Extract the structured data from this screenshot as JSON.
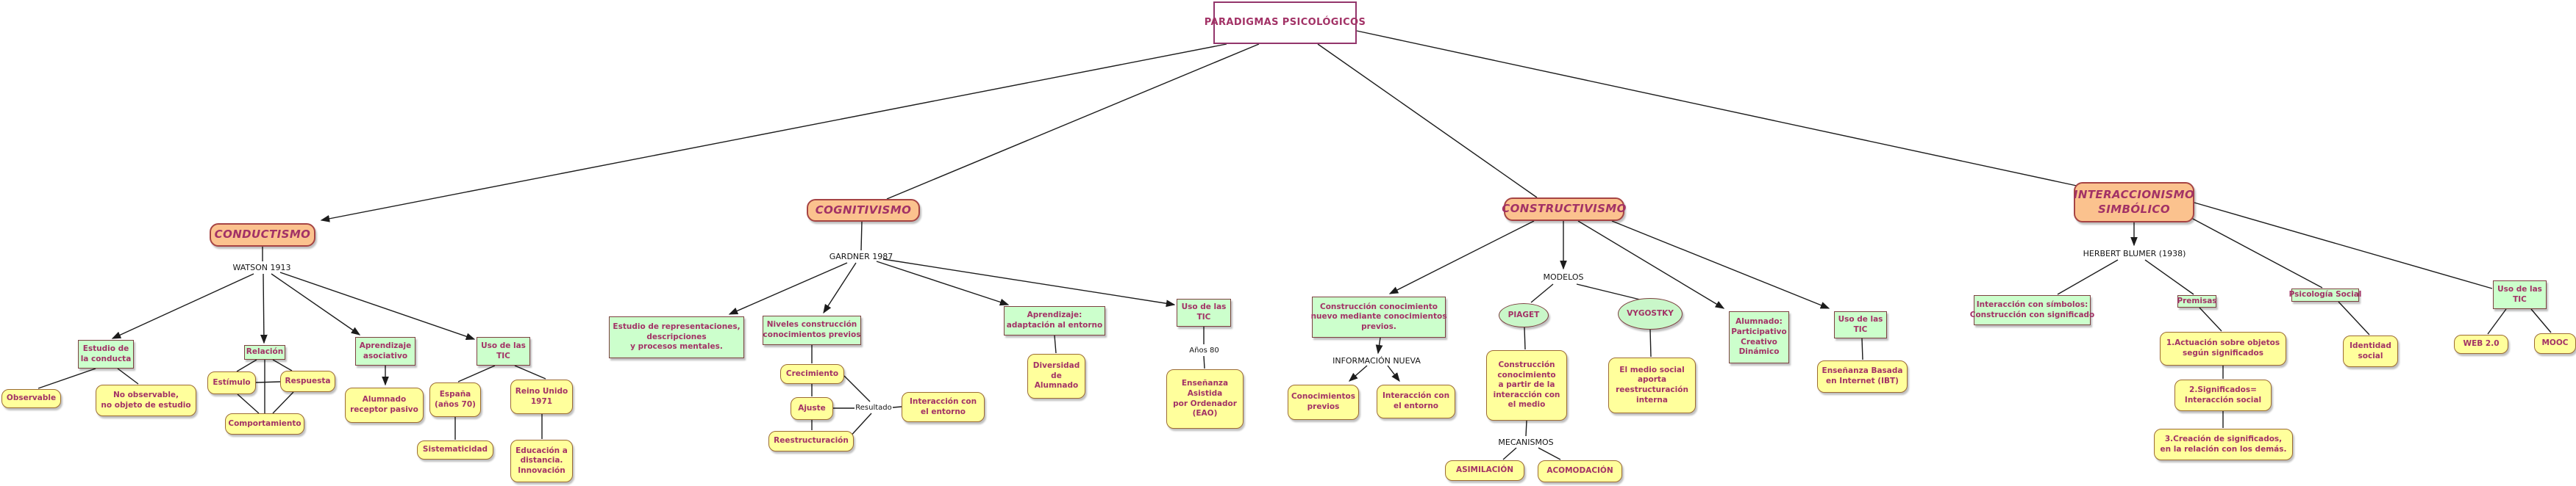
{
  "colors": {
    "main_node_fill": "#fbc28e",
    "main_node_border": "#a64444",
    "concept_fill_green": "#ccffcc",
    "concept_fill_yellow": "#ffff9c",
    "concept_border_dark": "#7c4040",
    "concept_border_gold": "#9c6b33",
    "root_border": "#93356b",
    "text_magenta": "#a23266",
    "line_color": "#1c1c1c"
  },
  "nodes": {
    "root": {
      "text": "PARADIGMAS PSICOLÓGICOS"
    },
    "conductismo": {
      "text": "CONDUCTISMO"
    },
    "cognitivismo": {
      "text": "COGNITIVISMO"
    },
    "constructivismo": {
      "text": "CONSTRUCTIVISMO"
    },
    "interaccionismo": {
      "text": "INTERACCIONISMO\nSIMBÓLICO"
    },
    "watson": {
      "text": "WATSON 1913"
    },
    "gardner": {
      "text": "GARDNER 1987"
    },
    "modelos": {
      "text": "MODELOS"
    },
    "informacion_nueva": {
      "text": "INFORMACIÓN NUEVA"
    },
    "mecanismos": {
      "text": "MECANISMOS"
    },
    "blumer": {
      "text": "HERBERT BLUMER (1938)"
    },
    "resultado": {
      "text": "Resultado"
    },
    "anos80": {
      "text": "Años 80"
    },
    "estudio_conducta": {
      "text": "Estudio de\nla conducta"
    },
    "relacion": {
      "text": "Relación"
    },
    "aprendizaje_asociativo": {
      "text": "Aprendizaje\nasociativo"
    },
    "uso_tic_1": {
      "text": "Uso de las\nTIC"
    },
    "estudio_representaciones": {
      "text": "Estudio de representaciones,\ndescripciones\ny procesos mentales."
    },
    "niveles": {
      "text": "Niveles construcción\nconocimientos previos"
    },
    "aprendizaje_adaptacion": {
      "text": "Aprendizaje:\nadaptación al entorno"
    },
    "uso_tic_2": {
      "text": "Uso de las\nTIC"
    },
    "construccion_nuevo": {
      "text": "Construcción conocimiento\nnuevo mediante conocimientos\nprevios."
    },
    "alumnado_participativo": {
      "text": "Alumnado:\nParticipativo\nCreativo\nDinámico"
    },
    "uso_tic_3": {
      "text": "Uso de las\nTIC"
    },
    "interaccion_simbolos": {
      "text": "Interacción con símbolos:\nConstrucción con significado"
    },
    "premisas": {
      "text": "Premisas"
    },
    "psicologia_social": {
      "text": "Psicología Social"
    },
    "uso_tic_4": {
      "text": "Uso de las\nTIC"
    },
    "piaget": {
      "text": "PIAGET"
    },
    "vygostky": {
      "text": "VYGOSTKY"
    },
    "observable": {
      "text": "Observable"
    },
    "no_observable": {
      "text": "No observable,\nno objeto de estudio"
    },
    "estimulo": {
      "text": "Estímulo"
    },
    "respuesta": {
      "text": "Respuesta"
    },
    "comportamiento": {
      "text": "Comportamiento"
    },
    "alumnado_receptor": {
      "text": "Alumnado\nreceptor pasivo"
    },
    "espana": {
      "text": "España\n(años 70)"
    },
    "reino_unido": {
      "text": "Reino Unido\n1971"
    },
    "sistematicidad": {
      "text": "Sistematicidad"
    },
    "educacion_distancia": {
      "text": "Educación a\ndistancia.\nInnovación"
    },
    "crecimiento": {
      "text": "Crecimiento"
    },
    "ajuste": {
      "text": "Ajuste"
    },
    "reestructuracion": {
      "text": "Reestructuración"
    },
    "interaccion_entorno_1": {
      "text": "Interacción con\nel entorno"
    },
    "diversidad": {
      "text": "Diversidad\nde\nAlumnado"
    },
    "eao": {
      "text": "Enseñanza\nAsistida\npor Ordenador\n(EAO)"
    },
    "conocimientos_previos": {
      "text": "Conocimientos\nprevios"
    },
    "interaccion_entorno_2": {
      "text": "Interacción con\nel entorno"
    },
    "construccion_medio": {
      "text": "Construcción\nconocimiento\na partir de la\ninteracción con\nel medio"
    },
    "asimilacion": {
      "text": "ASIMILACIÓN"
    },
    "acomodacion": {
      "text": "ACOMODACIÓN"
    },
    "medio_social": {
      "text": "El medio social\naporta\nreestructuración\ninterna"
    },
    "ibt": {
      "text": "Enseñanza Basada\nen Internet (IBT)"
    },
    "premisa1": {
      "text": "1.Actuación sobre objetos\nsegún significados"
    },
    "premisa2": {
      "text": "2.Significados=\nInteracción social"
    },
    "premisa3": {
      "text": "3.Creación de significados,\nen la relación con los demás."
    },
    "identidad": {
      "text": "Identidad\nsocial"
    },
    "web20": {
      "text": "WEB 2.0"
    },
    "mooc": {
      "text": "MOOC"
    }
  }
}
